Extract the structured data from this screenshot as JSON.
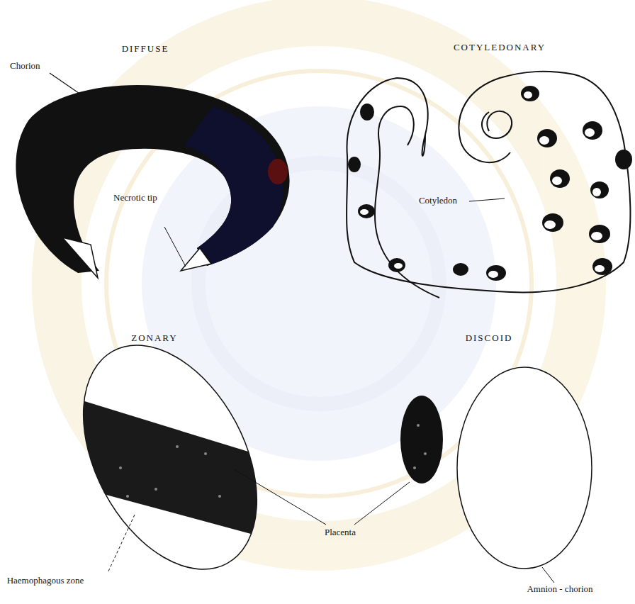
{
  "diagram": {
    "labels": [
      "DIFFUSE",
      "Chorion",
      "Necrotic tip",
      "COTYLEDONARY",
      "Cotyledon",
      "ZONARY",
      "DISCOID",
      "Placenta",
      "Haemophagous zone",
      "Amnion - chorion"
    ]
  }
}
